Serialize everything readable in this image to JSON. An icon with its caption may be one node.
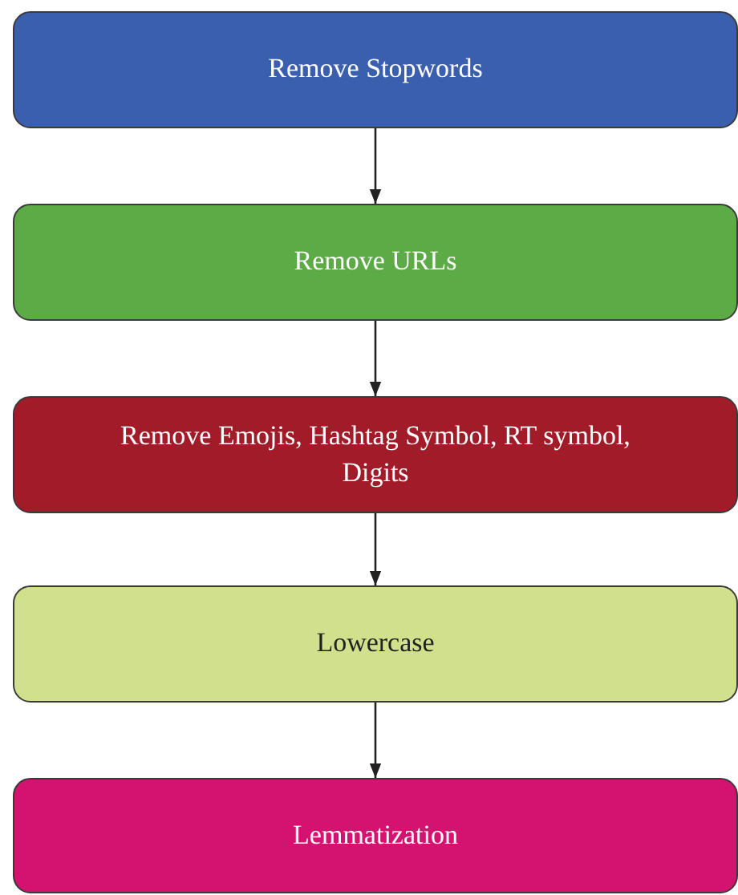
{
  "diagram": {
    "nodes": [
      {
        "text": [
          "Remove Stopwords"
        ]
      },
      {
        "text": [
          "Remove URLs"
        ]
      },
      {
        "text": [
          "Remove Emojis, Hashtag Symbol, RT symbol, Digits"
        ]
      },
      {
        "text": [
          "Lowercase"
        ]
      },
      {
        "text": [
          "Lemmatization"
        ]
      }
    ],
    "edges": [
      {
        "from": 0,
        "to": 1,
        "arrow": "to"
      },
      {
        "from": 1,
        "to": 2,
        "arrow": "to"
      },
      {
        "from": 2,
        "to": 3,
        "arrow": "to"
      },
      {
        "from": 3,
        "to": 4,
        "arrow": "to"
      }
    ]
  }
}
